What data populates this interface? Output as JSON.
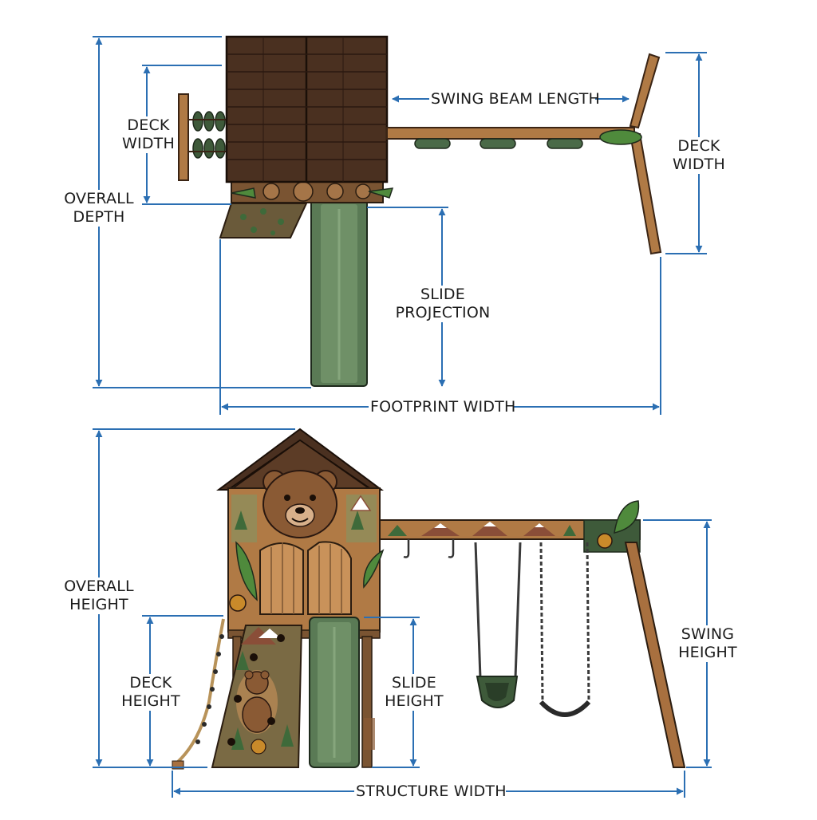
{
  "top_view": {
    "deck_width_left": [
      "DECK",
      "WIDTH"
    ],
    "overall_depth": [
      "OVERALL",
      "DEPTH"
    ],
    "swing_beam_length": "SWING BEAM LENGTH",
    "deck_width_right": [
      "DECK",
      "WIDTH"
    ],
    "slide_projection": [
      "SLIDE",
      "PROJECTION"
    ],
    "footprint_width": "FOOTPRINT WIDTH"
  },
  "side_view": {
    "overall_height": [
      "OVERALL",
      "HEIGHT"
    ],
    "deck_height": [
      "DECK",
      "HEIGHT"
    ],
    "slide_height": [
      "SLIDE",
      "HEIGHT"
    ],
    "swing_height": [
      "SWING",
      "HEIGHT"
    ],
    "structure_width": "STRUCTURE WIDTH"
  },
  "colors": {
    "dimension_line": "#2b6fb3",
    "roof_dark": "#4a3020",
    "wood": "#a8703f",
    "wood_light": "#c9925a",
    "slide_green": "#5a7a55",
    "swing_green": "#3e5a3a",
    "bear_brown": "#8a5a34",
    "leaf_green": "#4f8a3c",
    "mountain": "#8a4e38"
  }
}
